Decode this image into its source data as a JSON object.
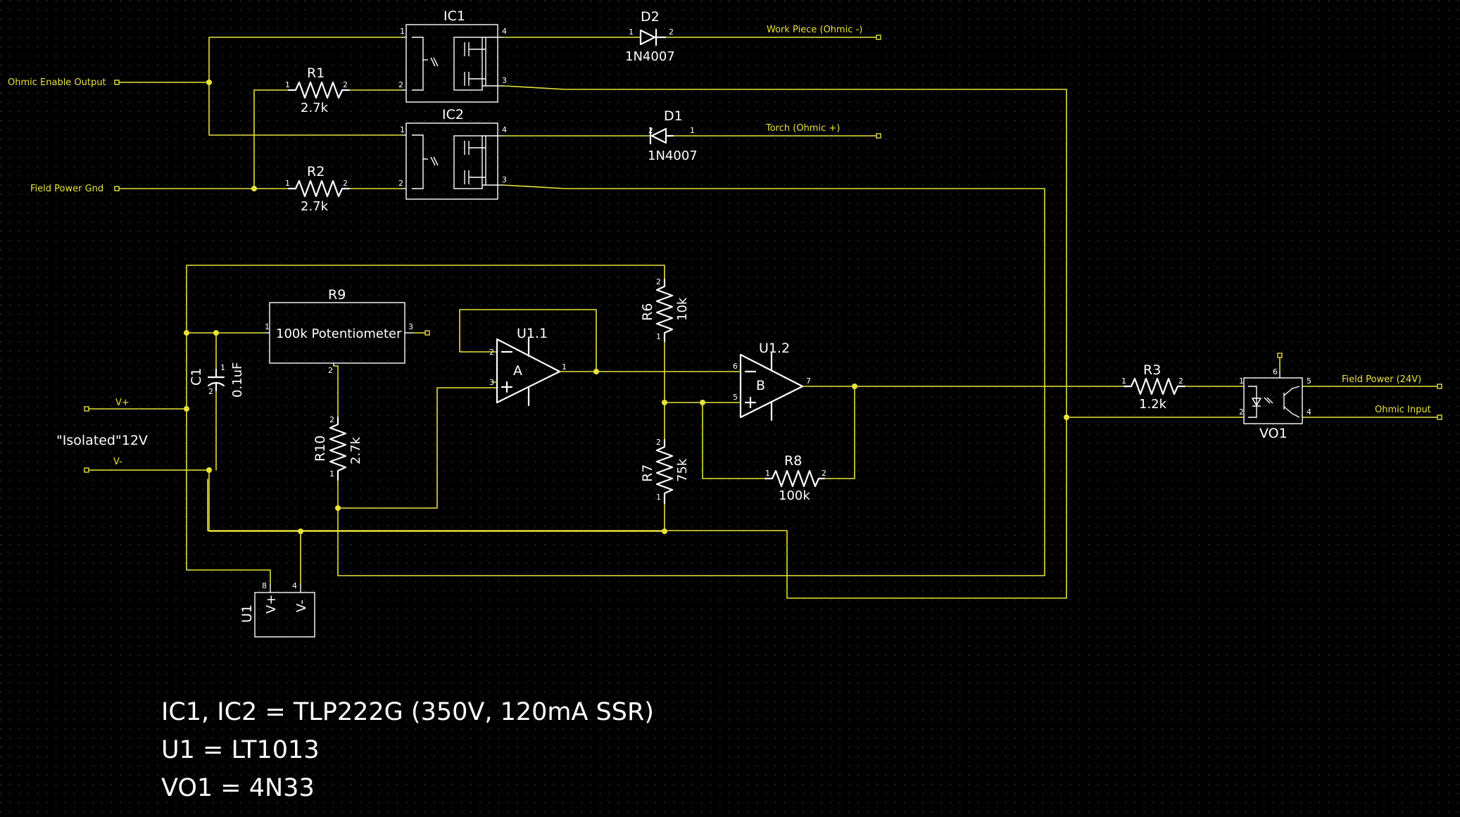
{
  "colors": {
    "background": "#000000",
    "wire": "#e8e23a",
    "symbol": "#ffffff",
    "grid": "#3a3a3a"
  },
  "components": {
    "ic1": {
      "ref": "IC1"
    },
    "ic2": {
      "ref": "IC2"
    },
    "d1": {
      "ref": "D1",
      "value": "1N4007"
    },
    "d2": {
      "ref": "D2",
      "value": "1N4007"
    },
    "r1": {
      "ref": "R1",
      "value": "2.7k"
    },
    "r2": {
      "ref": "R2",
      "value": "2.7k"
    },
    "r3": {
      "ref": "R3",
      "value": "1.2k"
    },
    "r6": {
      "ref": "R6",
      "value": "10k"
    },
    "r7": {
      "ref": "R7",
      "value": "75k"
    },
    "r8": {
      "ref": "R8",
      "value": "100k"
    },
    "r9": {
      "ref": "R9",
      "value": "100k Potentiometer"
    },
    "r10": {
      "ref": "R10",
      "value": "2.7k"
    },
    "c1": {
      "ref": "C1",
      "value": "0.1uF"
    },
    "u1a": {
      "ref": "U1.1",
      "unit": "A"
    },
    "u1b": {
      "ref": "U1.2",
      "unit": "B"
    },
    "u1": {
      "ref": "U1",
      "vplus": "V+",
      "vminus": "V-"
    },
    "vo1": {
      "ref": "VO1"
    }
  },
  "nets": {
    "ohmic_enable": "Ohmic Enable Output",
    "field_gnd": "Field Power Gnd",
    "work_piece": "Work Piece (Ohmic -)",
    "torch": "Torch (Ohmic +)",
    "vplus": "V+",
    "vminus": "V-",
    "isolated": "\"Isolated\"12V",
    "field_power": "Field Power (24V)",
    "ohmic_input": "Ohmic Input"
  },
  "notes": [
    "IC1, IC2 = TLP222G (350V, 120mA SSR)",
    "U1 = LT1013",
    "VO1 = 4N33"
  ]
}
